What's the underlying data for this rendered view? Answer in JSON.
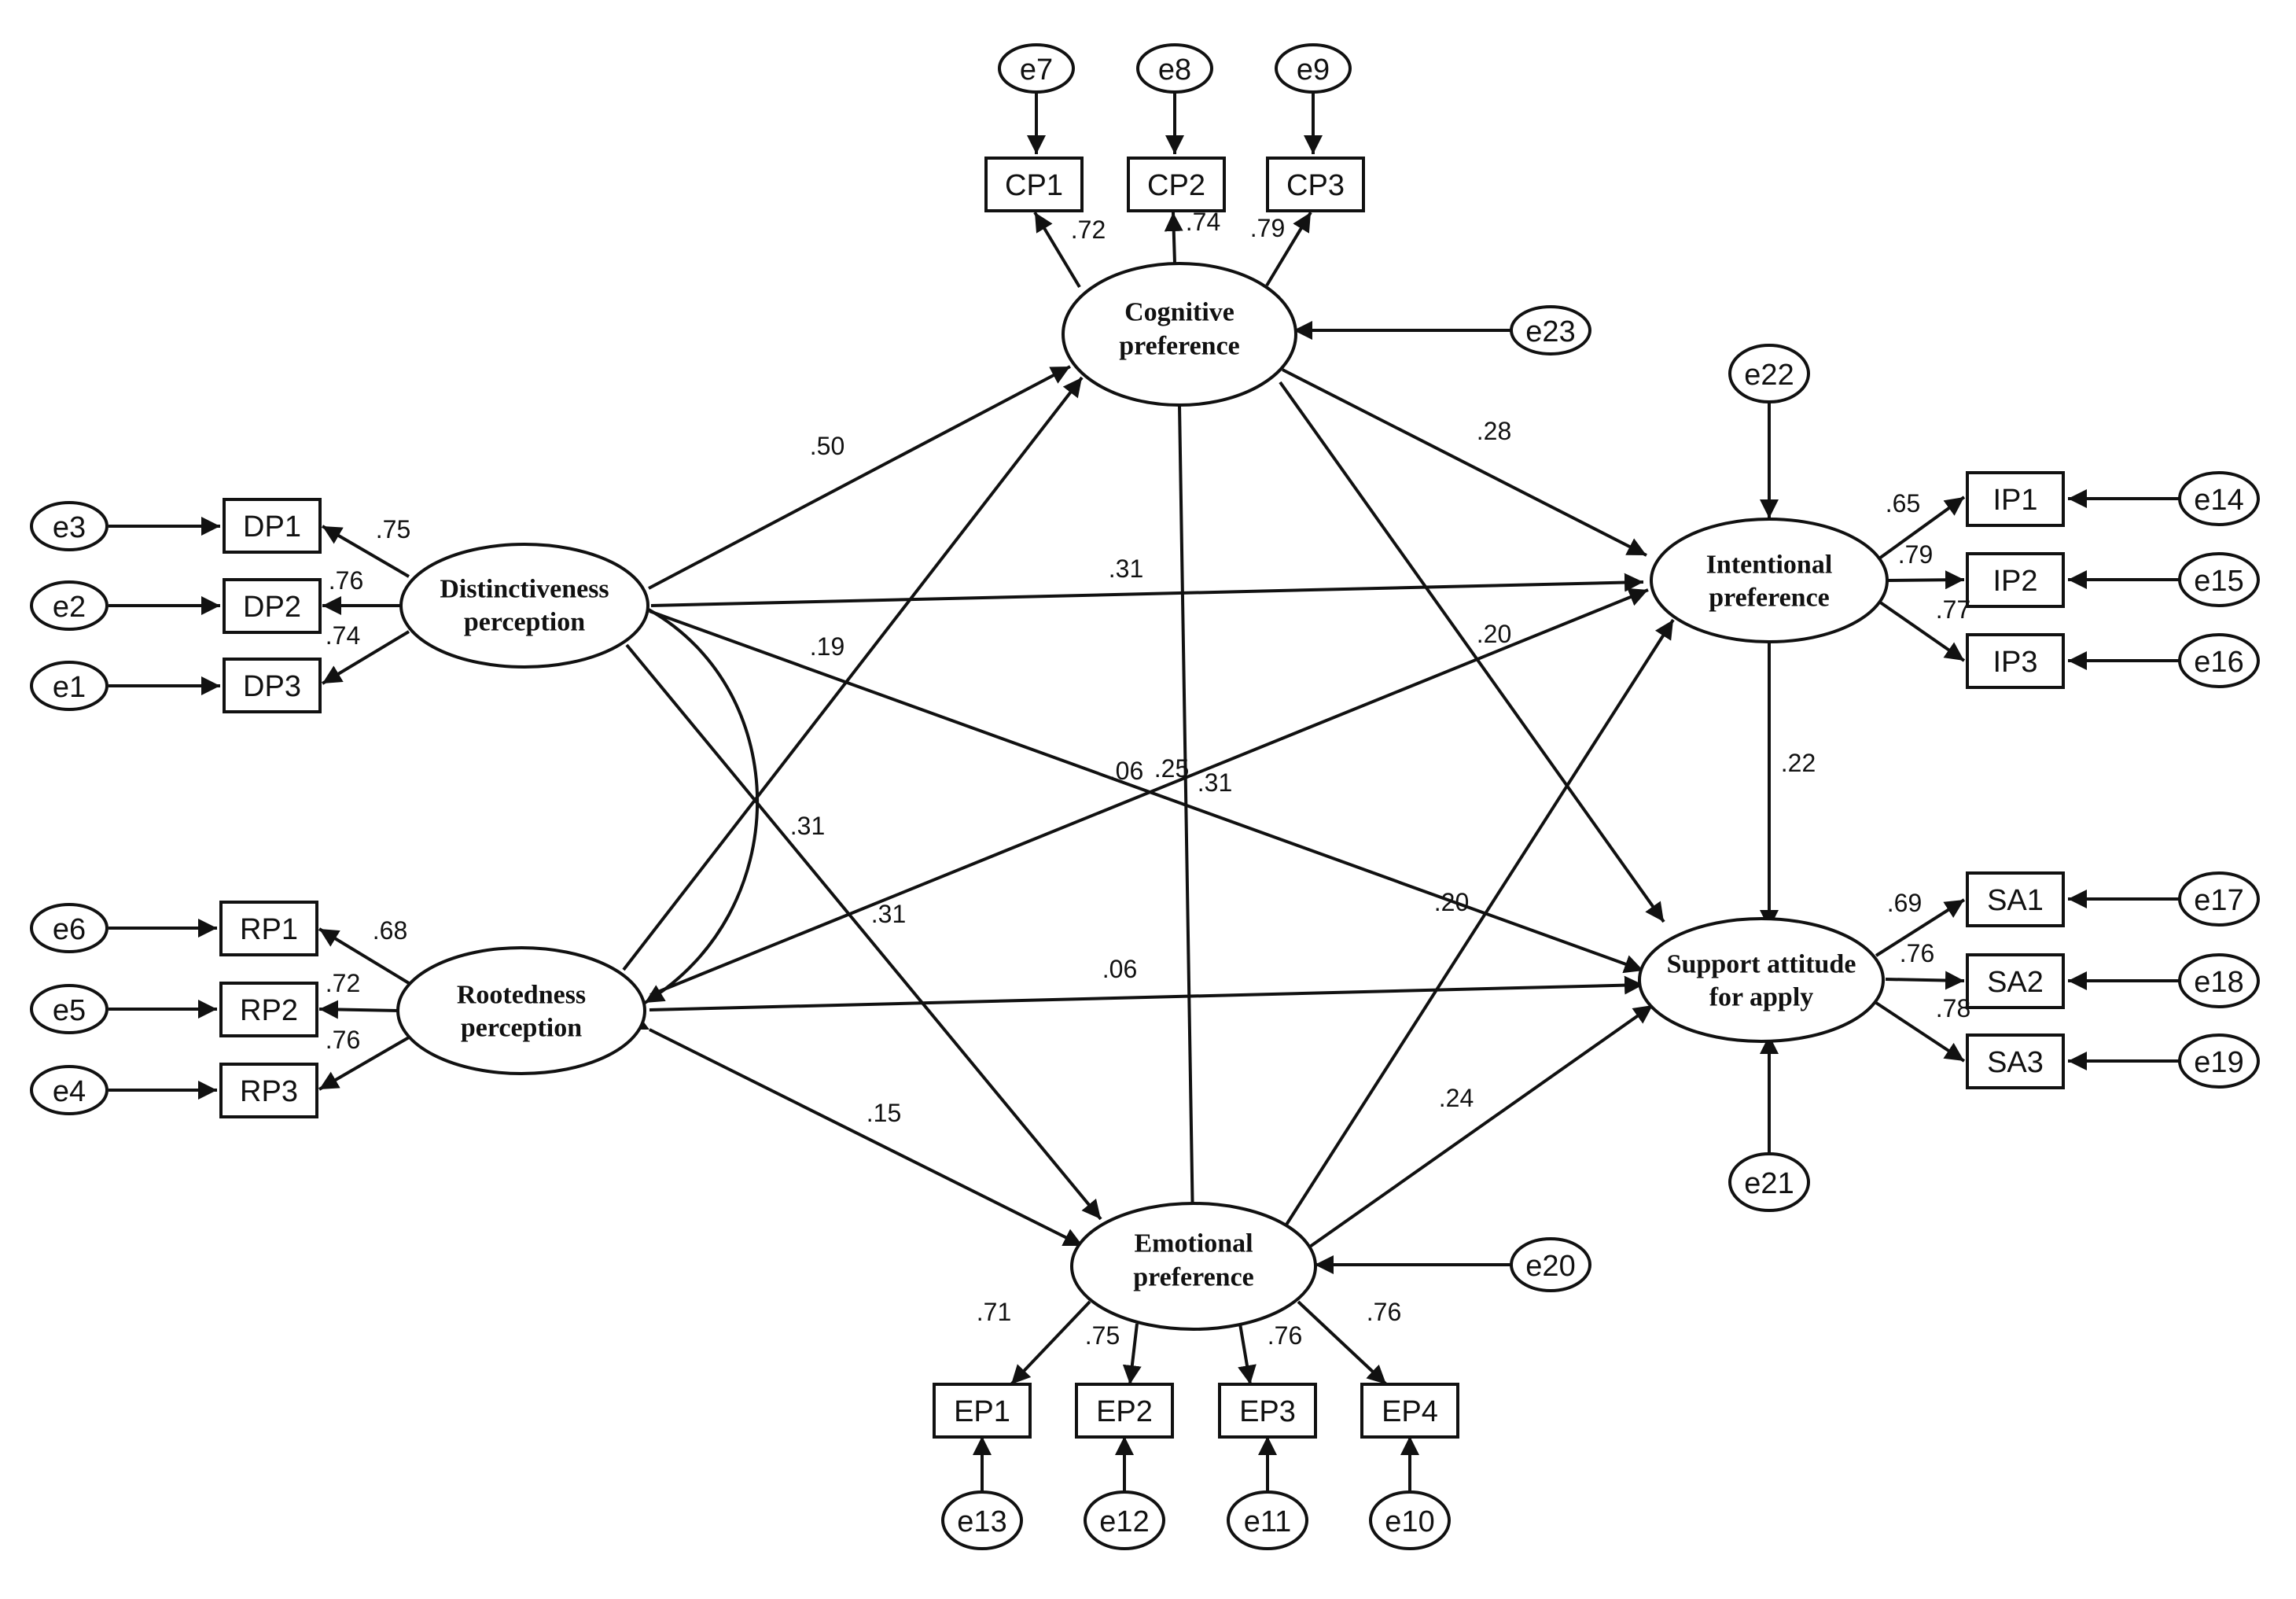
{
  "latents": {
    "CP": [
      "Cognitive",
      "preference"
    ],
    "IP": [
      "Intentional",
      "preference"
    ],
    "DP": [
      "Distinctiveness",
      "perception"
    ],
    "RP": [
      "Rootedness",
      "perception"
    ],
    "SA": [
      "Support attitude",
      "for apply"
    ],
    "EP": [
      "Emotional",
      "preference"
    ]
  },
  "indicators": {
    "CP1": "CP1",
    "CP2": "CP2",
    "CP3": "CP3",
    "DP1": "DP1",
    "DP2": "DP2",
    "DP3": "DP3",
    "RP1": "RP1",
    "RP2": "RP2",
    "RP3": "RP3",
    "IP1": "IP1",
    "IP2": "IP2",
    "IP3": "IP3",
    "SA1": "SA1",
    "SA2": "SA2",
    "SA3": "SA3",
    "EP1": "EP1",
    "EP2": "EP2",
    "EP3": "EP3",
    "EP4": "EP4"
  },
  "errors": {
    "e1": "e1",
    "e2": "e2",
    "e3": "e3",
    "e4": "e4",
    "e5": "e5",
    "e6": "e6",
    "e7": "e7",
    "e8": "e8",
    "e9": "e9",
    "e10": "e10",
    "e11": "e11",
    "e12": "e12",
    "e13": "e13",
    "e14": "e14",
    "e15": "e15",
    "e16": "e16",
    "e17": "e17",
    "e18": "e18",
    "e19": "e19",
    "e20": "e20",
    "e21": "e21",
    "e22": "e22",
    "e23": "e23"
  },
  "loadings": {
    "CP1": ".72",
    "CP2": ".74",
    "CP3": ".79",
    "DP1": ".75",
    "DP2": ".76",
    "DP3": ".74",
    "RP1": ".68",
    "RP2": ".72",
    "RP3": ".76",
    "IP1": ".65",
    "IP2": ".79",
    "IP3": ".77",
    "SA1": ".69",
    "SA2": ".76",
    "SA3": ".78",
    "EP1": ".71",
    "EP2": ".75",
    "EP3": ".76",
    "EP4": ".76"
  },
  "paths": {
    "DP_CP": ".50",
    "RP_CP": ".19",
    "CP_IP": ".28",
    "DP_IP": ".31",
    "RP_IP": ".20",
    "CP_SA": ".31",
    "CP_EP": ".25",
    "DP_SA": ".06",
    "DP_EP": ".31",
    "DP_RP_cov": ".31",
    "RP_SA": ".06",
    "EP_IP": ".20",
    "RP_EP": ".15",
    "EP_SA": ".24",
    "IP_SA": ".22"
  }
}
